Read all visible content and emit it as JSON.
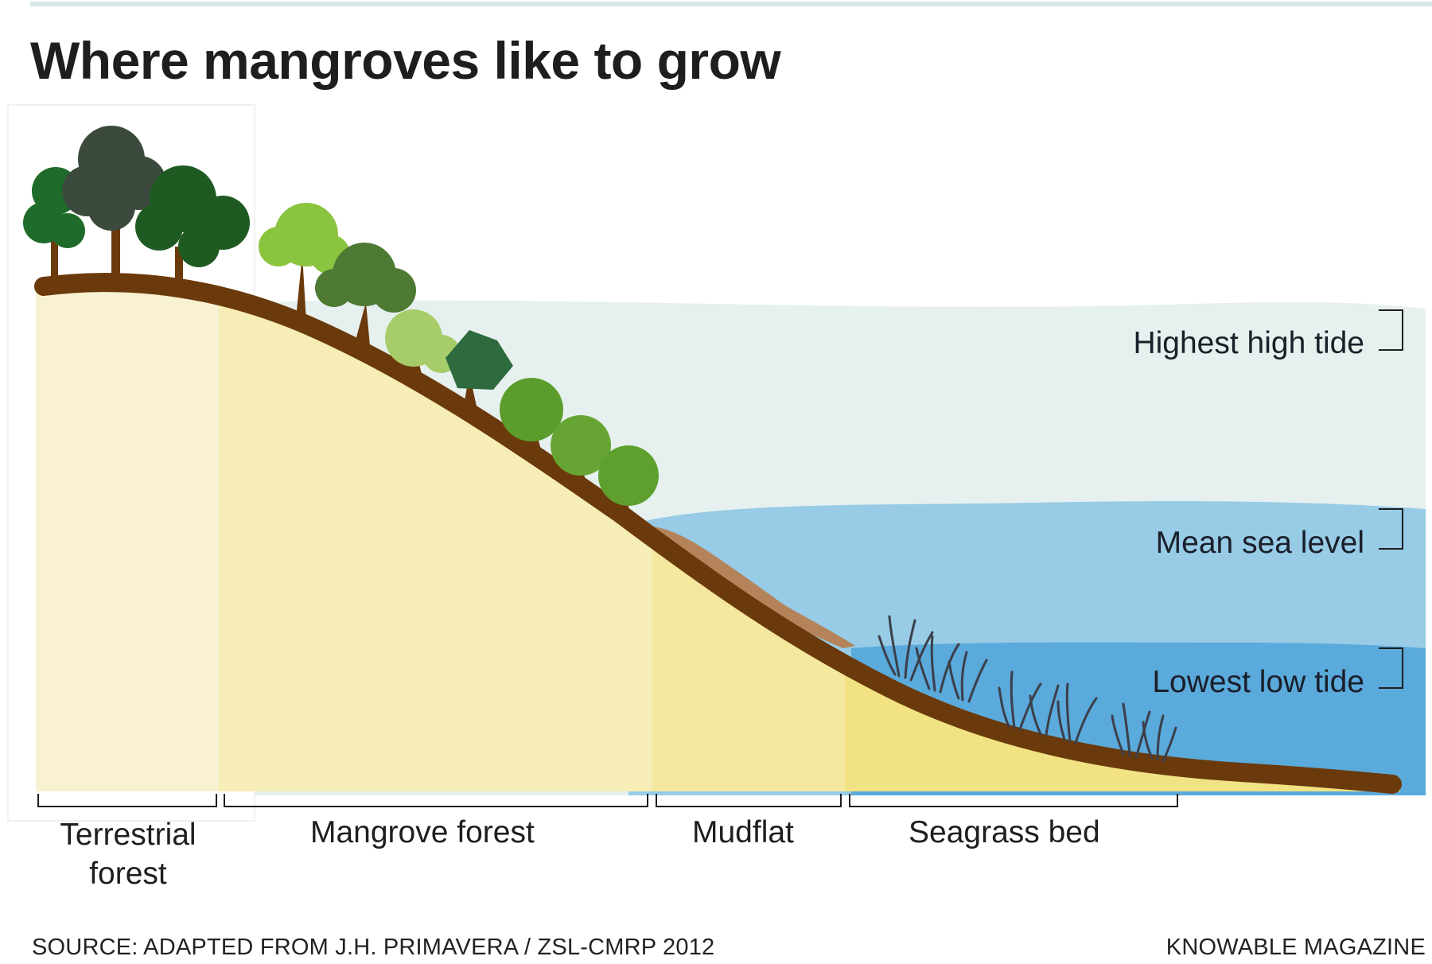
{
  "title": "Where mangroves like to grow",
  "tide_levels": [
    {
      "label": "Highest high tide",
      "color": "#e6f0ee"
    },
    {
      "label": "Mean sea level",
      "color": "#97cbe6"
    },
    {
      "label": "Lowest low tide",
      "color": "#5aaadb"
    }
  ],
  "zones": [
    {
      "label": "Terrestrial forest",
      "line1": "Terrestrial",
      "line2": "forest",
      "color": "#f8f2d3"
    },
    {
      "label": "Mangrove forest",
      "color": "#f6edb7"
    },
    {
      "label": "Mudflat",
      "color": "#f4e89f"
    },
    {
      "label": "Seagrass bed",
      "color": "#f1e283"
    }
  ],
  "colors": {
    "soil": "#6b3a0c",
    "mud": "#b5835a",
    "seagrass": "#3b3f4a",
    "terrestrial_trees": [
      "#1f6b2a",
      "#3b4a3c",
      "#1f5a22"
    ],
    "mangrove_trees": [
      "#8bc43f",
      "#4e7a34",
      "#a6cd6a",
      "#2d6a3d",
      "#5c9c2c",
      "#66a533",
      "#5e9f2e"
    ]
  },
  "footer": {
    "source": "SOURCE: ADAPTED FROM J.H. PRIMAVERA / ZSL-CMRP 2012",
    "credit": "KNOWABLE MAGAZINE"
  }
}
